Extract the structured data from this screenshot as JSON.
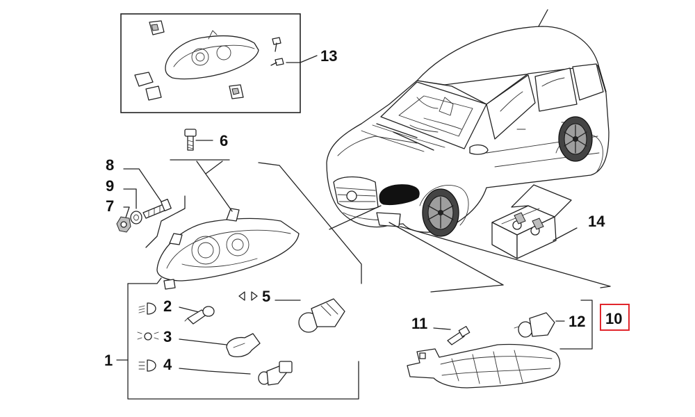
{
  "diagram": {
    "highlight_color": "#e1262c",
    "callouts": [
      {
        "id": "c1",
        "label": "1"
      },
      {
        "id": "c2",
        "label": "2"
      },
      {
        "id": "c3",
        "label": "3"
      },
      {
        "id": "c4",
        "label": "4"
      },
      {
        "id": "c5",
        "label": "5"
      },
      {
        "id": "c6",
        "label": "6"
      },
      {
        "id": "c7",
        "label": "7"
      },
      {
        "id": "c8",
        "label": "8"
      },
      {
        "id": "c9",
        "label": "9"
      },
      {
        "id": "c10",
        "label": "10"
      },
      {
        "id": "c11",
        "label": "11"
      },
      {
        "id": "c12",
        "label": "12"
      },
      {
        "id": "c13",
        "label": "13"
      },
      {
        "id": "c14",
        "label": "14"
      }
    ],
    "selected_callout": "10",
    "icons": [
      "low-beam-icon",
      "parking-light-icon",
      "high-beam-icon",
      "turn-arrows-icon"
    ]
  }
}
